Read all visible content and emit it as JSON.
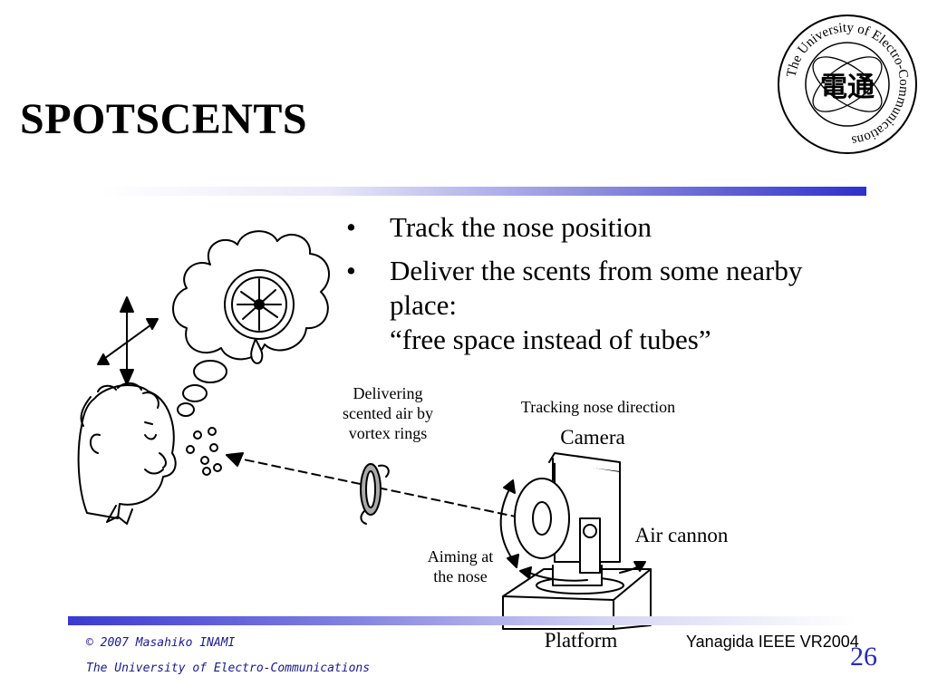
{
  "slide": {
    "title": "SPOTSCENTS",
    "bullets": [
      {
        "text": "Track the nose position"
      },
      {
        "text": "Deliver the scents from some nearby place:",
        "quote": "“free space instead of tubes”"
      }
    ],
    "bullet_symbol": "•"
  },
  "seal": {
    "ring_text": "The University of Electro-Communications",
    "glyph": "電通"
  },
  "diagram": {
    "delivering_label": [
      "Delivering",
      "scented air by",
      "vortex rings"
    ],
    "tracking_label": "Tracking nose direction",
    "camera_label": "Camera",
    "air_cannon_label": "Air cannon",
    "aiming_label": [
      "Aiming at",
      "the nose"
    ],
    "platform_label": "Platform"
  },
  "footer": {
    "copyright": "© 2007 Masahiko INAMI",
    "university": "The University of Electro-Communications",
    "credit": "Yanagida IEEE VR2004",
    "page_number": "26"
  },
  "colors": {
    "accent": "#3030cc",
    "footer_text": "#1a1a8a"
  }
}
